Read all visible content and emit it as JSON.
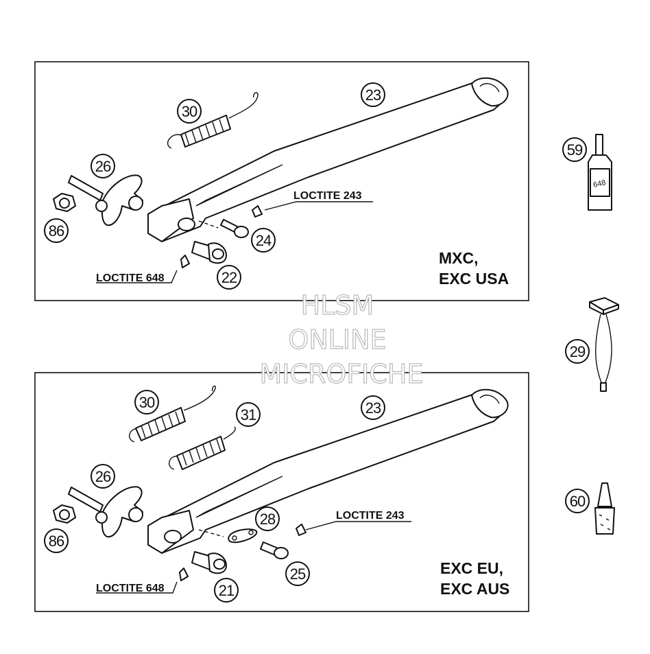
{
  "panels": [
    {
      "variant_label_line1": "MXC,",
      "variant_label_line2": "EXC USA",
      "loctite_upper": "LOCTITE 243",
      "loctite_lower": "LOCTITE 648",
      "callouts": [
        "30",
        "23",
        "26",
        "86",
        "24",
        "22"
      ]
    },
    {
      "variant_label_line1": "EXC EU,",
      "variant_label_line2": "EXC AUS",
      "loctite_upper": "LOCTITE 243",
      "loctite_lower": "LOCTITE 648",
      "callouts": [
        "30",
        "31",
        "23",
        "26",
        "28",
        "86",
        "25",
        "21"
      ]
    }
  ],
  "side_parts": {
    "callouts": [
      "59",
      "29",
      "60"
    ],
    "bottle_text": "648"
  },
  "watermark": {
    "line1": "HLSM",
    "line2": "ONLINE",
    "line3": "MICROFICHE"
  }
}
